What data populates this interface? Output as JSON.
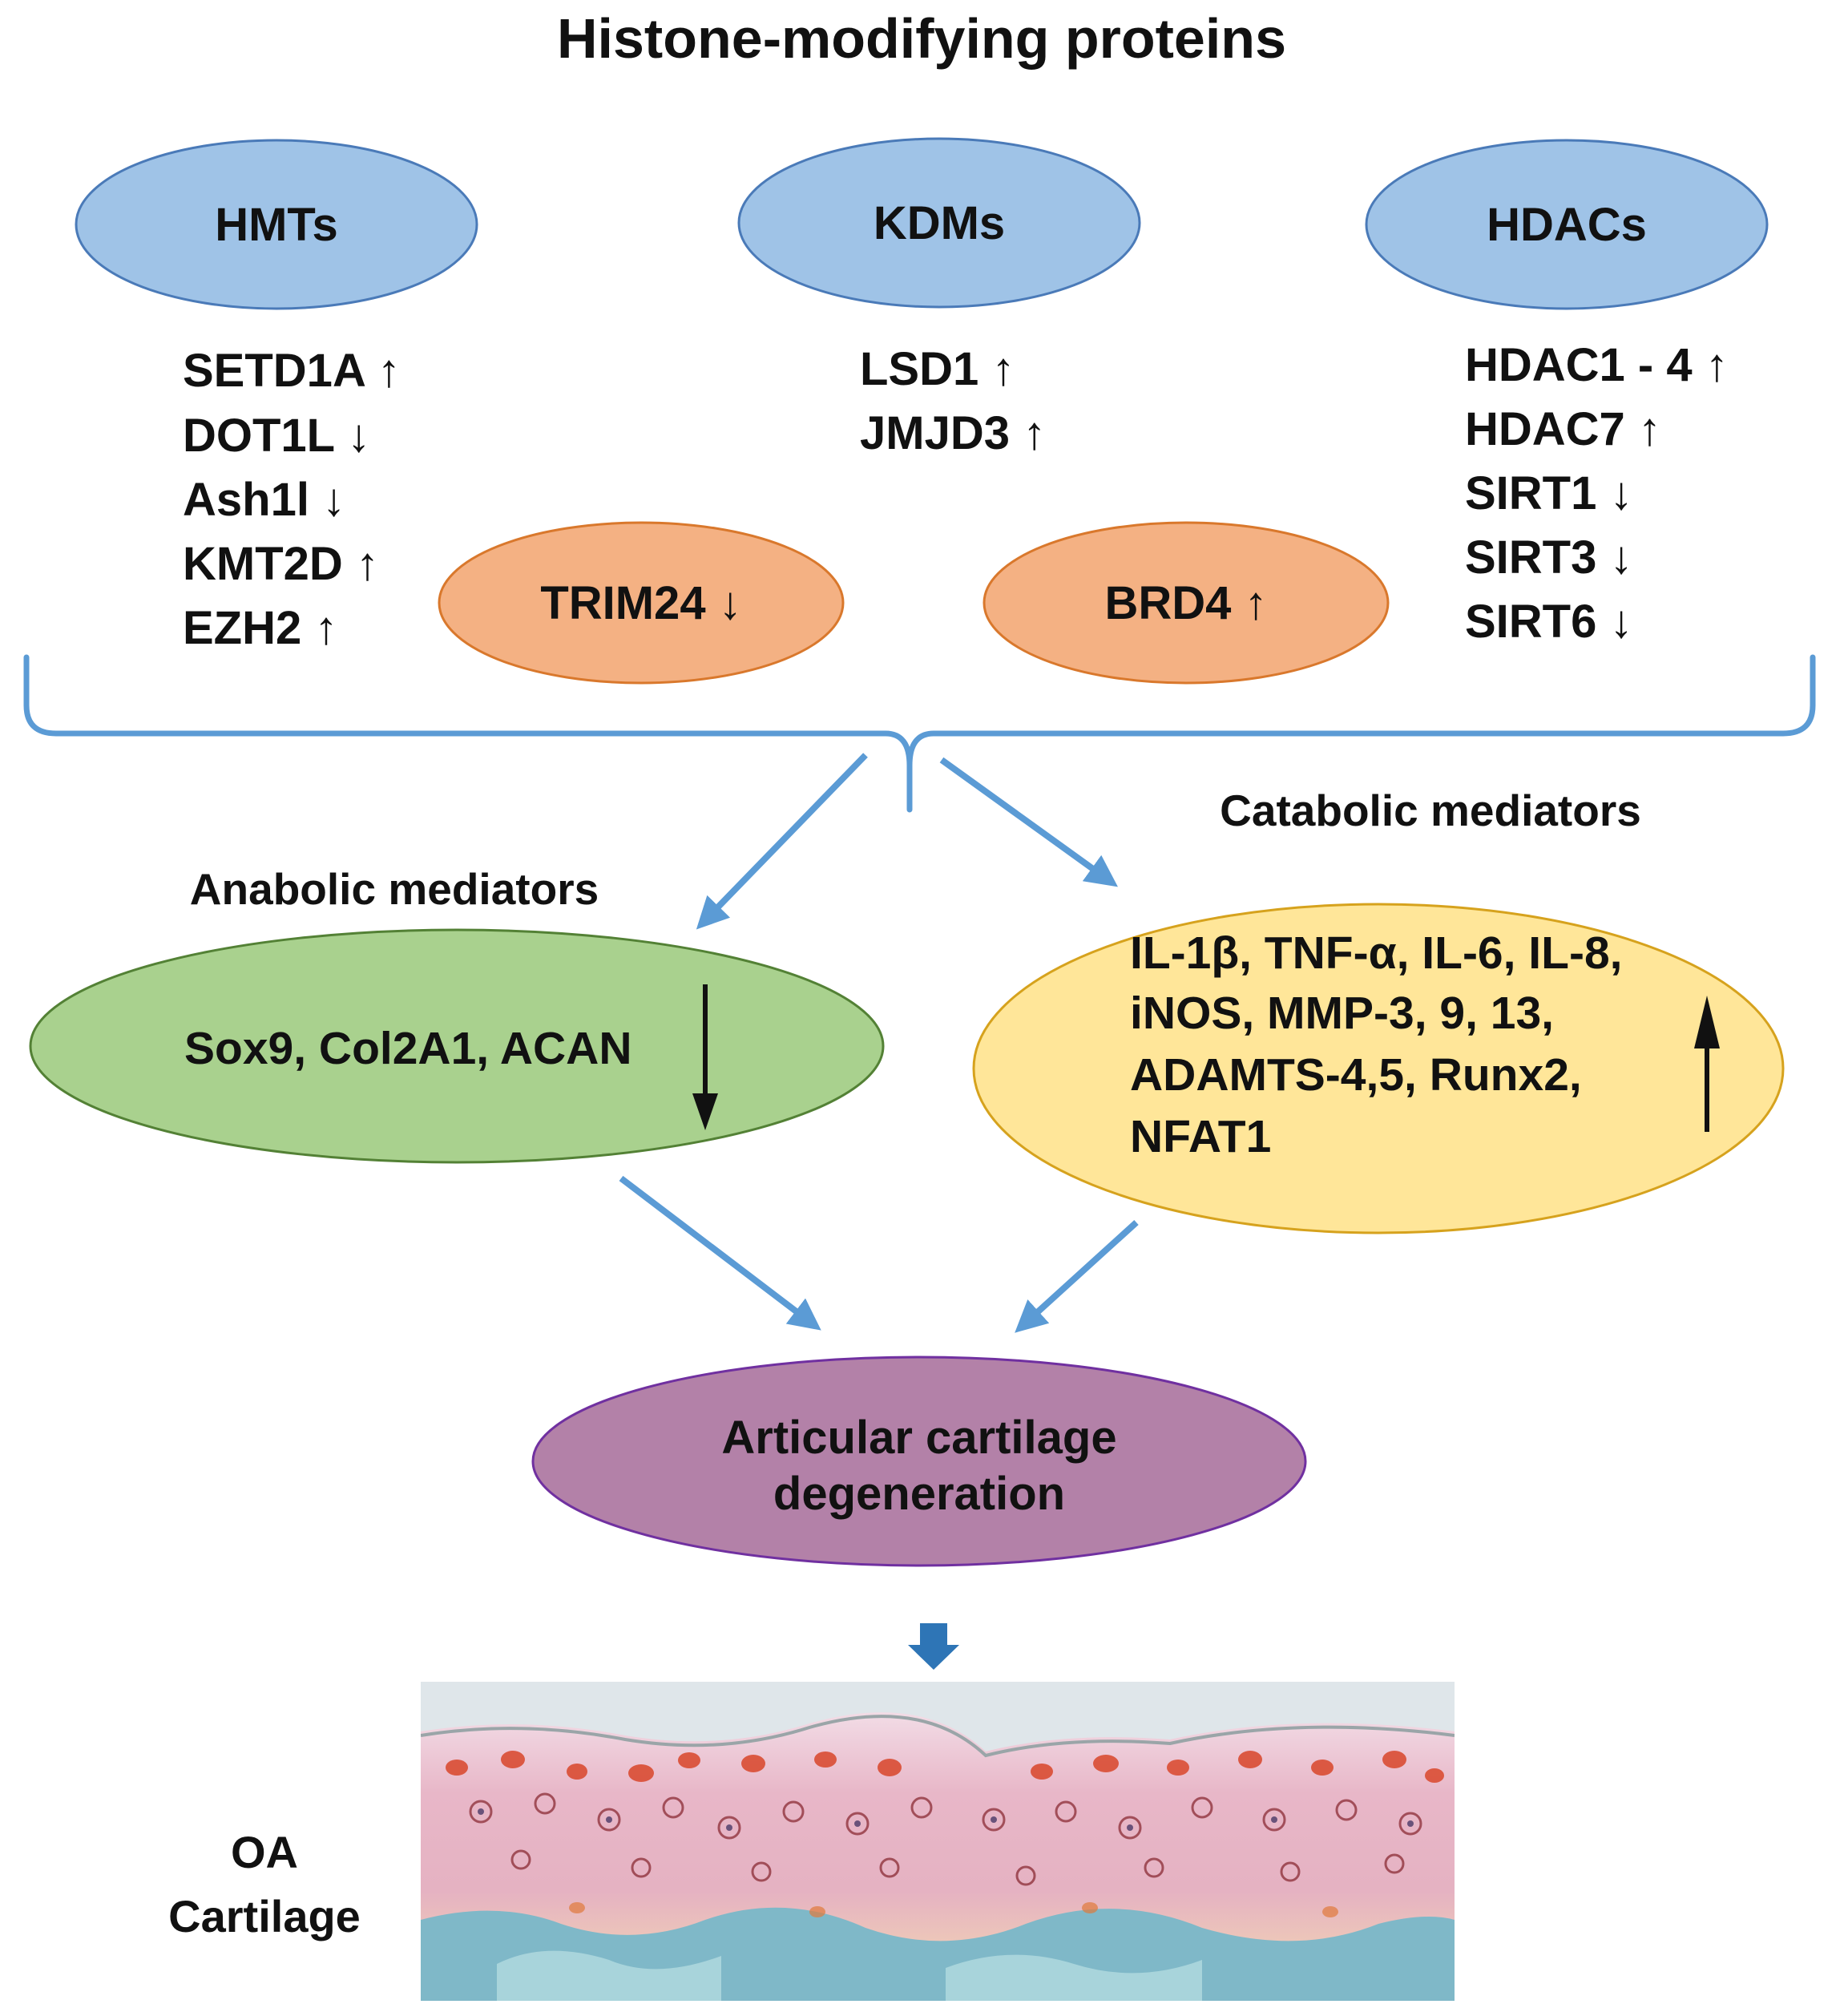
{
  "title": "Histone-modifying proteins",
  "groups": {
    "hmts": {
      "label": "HMTs",
      "items": [
        "SETD1A ↑",
        "DOT1L ↓",
        "Ash1l ↓",
        "KMT2D ↑",
        "EZH2 ↑"
      ]
    },
    "kdms": {
      "label": "KDMs",
      "items": [
        "LSD1 ↑",
        "JMJD3 ↑"
      ]
    },
    "hdacs": {
      "label": "HDACs",
      "items": [
        "HDAC1 - 4 ↑",
        "HDAC7 ↑",
        "SIRT1 ↓",
        "SIRT3 ↓",
        "SIRT6 ↓"
      ]
    },
    "trim24": {
      "label": "TRIM24 ↓"
    },
    "brd4": {
      "label": "BRD4 ↑"
    }
  },
  "anabolic": {
    "heading": "Anabolic mediators",
    "content": "Sox9, Col2A1, ACAN",
    "direction": "down"
  },
  "catabolic": {
    "heading": "Catabolic mediators",
    "lines": [
      "IL-1β, TNF-α, IL-6, IL-8,",
      "iNOS, MMP-3, 9, 13,",
      "ADAMTS-4,5, Runx2,",
      "NFAT1"
    ],
    "direction": "up"
  },
  "outcome": {
    "lines": [
      "Articular cartilage",
      "degeneration"
    ]
  },
  "oa_label": {
    "lines": [
      "OA",
      "Cartilage"
    ]
  },
  "colors": {
    "blue_fill": "#9fc3e7",
    "blue_stroke": "#4a7ab8",
    "orange_fill": "#f4b183",
    "orange_stroke": "#d9782c",
    "green_fill": "#a9d18e",
    "green_stroke": "#538135",
    "yellow_fill": "#ffe699",
    "yellow_stroke": "#d6a21d",
    "purple_fill": "#b381a8",
    "purple_stroke": "#7030a0",
    "connector": "#5b9bd5"
  }
}
